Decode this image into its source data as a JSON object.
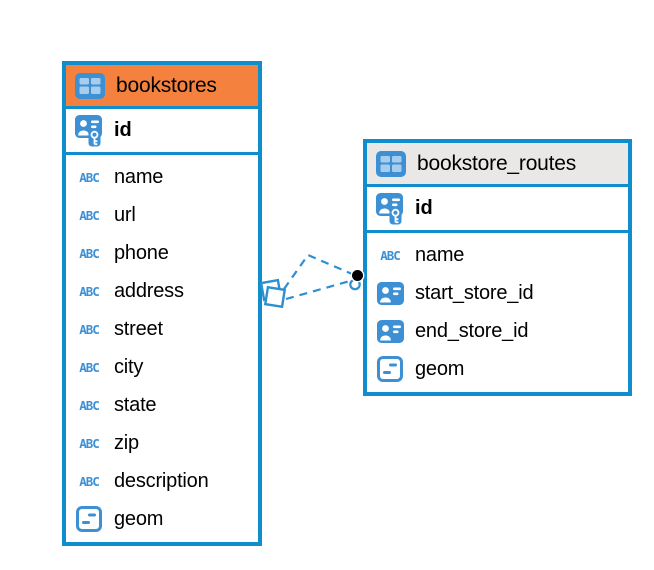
{
  "app": {
    "view": "entity-relationship-diagram"
  },
  "colors": {
    "table_border": "#108DCC",
    "icon_blue": "#3E90D4",
    "bookstores_header_orange": "#F5813E",
    "routes_header_gray": "#E9E8E7",
    "connector_blue": "#2E8FD0",
    "endpoint_dot_black": "#000000",
    "text": "#000000",
    "background": "#FFFFFF"
  },
  "icons": {
    "text_type_glyph": "ABC",
    "table_icon": "table-grid",
    "primary_key_icon": "id-badge-with-key",
    "reference_icon": "id-badge",
    "geometry_icon": "geometry-box"
  },
  "diagram": {
    "tables": [
      {
        "name": "bookstores",
        "header_color": "#F5813E",
        "columns": [
          {
            "name": "id",
            "type": "primary-key"
          },
          {
            "name": "name",
            "type": "text"
          },
          {
            "name": "url",
            "type": "text"
          },
          {
            "name": "phone",
            "type": "text"
          },
          {
            "name": "address",
            "type": "text"
          },
          {
            "name": "street",
            "type": "text"
          },
          {
            "name": "city",
            "type": "text"
          },
          {
            "name": "state",
            "type": "text"
          },
          {
            "name": "zip",
            "type": "text"
          },
          {
            "name": "description",
            "type": "text"
          },
          {
            "name": "geom",
            "type": "geometry"
          }
        ]
      },
      {
        "name": "bookstore_routes",
        "header_color": "#E9E8E7",
        "columns": [
          {
            "name": "id",
            "type": "primary-key"
          },
          {
            "name": "name",
            "type": "text"
          },
          {
            "name": "start_store_id",
            "type": "reference"
          },
          {
            "name": "end_store_id",
            "type": "reference"
          },
          {
            "name": "geom",
            "type": "geometry"
          }
        ]
      }
    ],
    "relationships": [
      {
        "between": [
          "bookstores",
          "bookstore_routes"
        ],
        "style": "dashed"
      },
      {
        "between": [
          "bookstores",
          "bookstore_routes"
        ],
        "style": "dashed"
      }
    ]
  }
}
